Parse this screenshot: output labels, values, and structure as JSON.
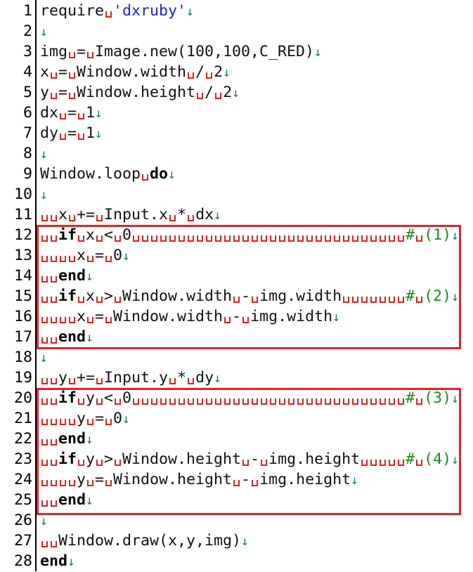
{
  "colors": {
    "string": "#2323d8",
    "comment": "#1a8a1a",
    "space_marker": "#e02020",
    "newline_marker": "#0a7f7f",
    "highlight_box": "#e8202a"
  },
  "newline_glyph": "↓",
  "lines": [
    [
      [
        "require 'dxruby'",
        ""
      ]
    ],
    [],
    [
      [
        "img = Image.new(100,100,C_RED)",
        ""
      ]
    ],
    [
      [
        "x = Window.width / 2",
        ""
      ]
    ],
    [
      [
        "y = Window.height / 2",
        ""
      ]
    ],
    [
      [
        "dx = 1",
        ""
      ]
    ],
    [
      [
        "dy = 1",
        ""
      ]
    ],
    [],
    [
      [
        "Window.loop ",
        ""
      ],
      [
        "do",
        "kw"
      ]
    ],
    [],
    [
      [
        "  x += Input.x * dx",
        ""
      ]
    ],
    [
      [
        "  ",
        ""
      ],
      [
        "if",
        "kw"
      ],
      [
        " x < 0                              ",
        ""
      ],
      [
        "# (1)",
        "cm"
      ]
    ],
    [
      [
        "    x = 0",
        ""
      ]
    ],
    [
      [
        "  ",
        ""
      ],
      [
        "end",
        "kw"
      ]
    ],
    [
      [
        "  ",
        ""
      ],
      [
        "if",
        "kw"
      ],
      [
        " x > Window.width - img.width       ",
        ""
      ],
      [
        "# (2)",
        "cm"
      ]
    ],
    [
      [
        "    x = Window.width - img.width",
        ""
      ]
    ],
    [
      [
        "  ",
        ""
      ],
      [
        "end",
        "kw"
      ]
    ],
    [],
    [
      [
        "  y += Input.y * dy",
        ""
      ]
    ],
    [
      [
        "  ",
        ""
      ],
      [
        "if",
        "kw"
      ],
      [
        " y < 0                              ",
        ""
      ],
      [
        "# (3)",
        "cm"
      ]
    ],
    [
      [
        "    y = 0",
        ""
      ]
    ],
    [
      [
        "  ",
        ""
      ],
      [
        "end",
        "kw"
      ]
    ],
    [
      [
        "  ",
        ""
      ],
      [
        "if",
        "kw"
      ],
      [
        " y > Window.height - img.height     ",
        ""
      ],
      [
        "# (4)",
        "cm"
      ]
    ],
    [
      [
        "    y = Window.height - img.height",
        ""
      ]
    ],
    [
      [
        "  ",
        ""
      ],
      [
        "end",
        "kw"
      ]
    ],
    [],
    [
      [
        "  Window.draw(x,y,img)",
        ""
      ]
    ],
    [
      [
        "end",
        "kw"
      ]
    ]
  ]
}
